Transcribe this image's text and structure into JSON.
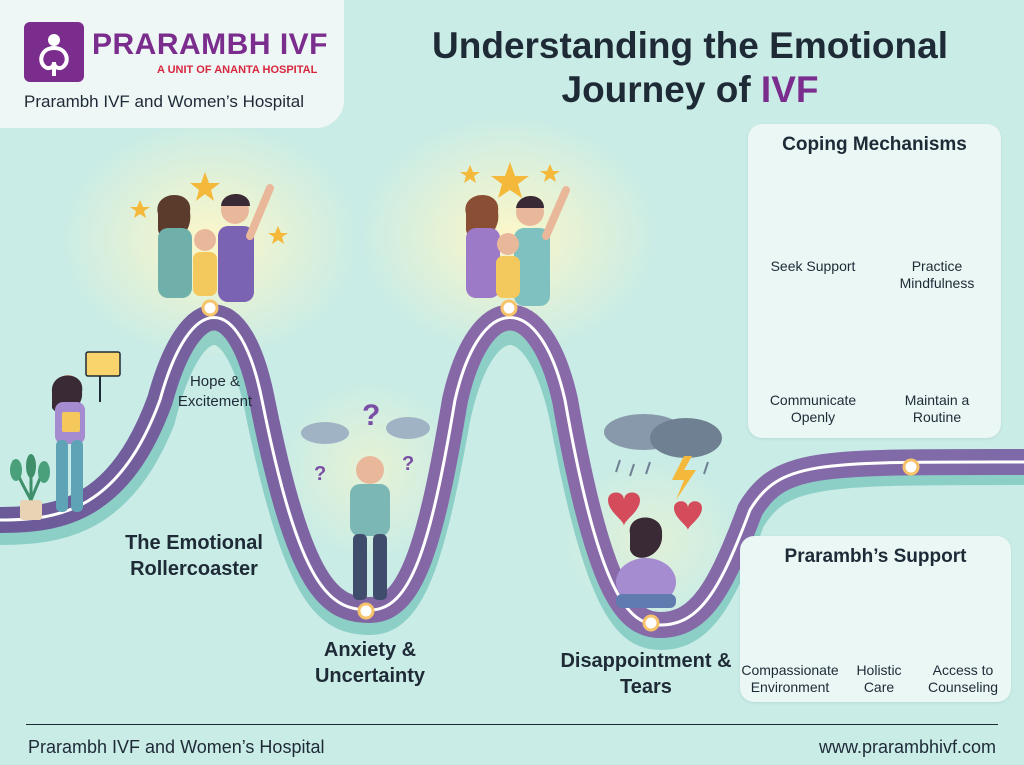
{
  "brand": {
    "name": "PRARAMBH IVF",
    "tagline": "A UNIT OF ANANTA HOSPITAL",
    "hospital": "Prarambh IVF and Women’s Hospital"
  },
  "title": {
    "line1": "Understanding the Emotional",
    "line2_prefix": "Journey of ",
    "line2_highlight": "IVF"
  },
  "stages": {
    "hope": "Hope & Excitement",
    "rollercoaster": "The Emotional Rollercoaster",
    "anxiety": "Anxiety & Uncertainty",
    "disappointment": "Disappointment & Tears"
  },
  "coping": {
    "title": "Coping Mechanisms",
    "items": [
      {
        "label": "Seek Support",
        "icon": "support-group-icon"
      },
      {
        "label": "Practice Mindfulness",
        "icon": "meditation-icon"
      },
      {
        "label": "Communicate Openly",
        "icon": "conversation-icon"
      },
      {
        "label": "Maintain a Routine",
        "icon": "routine-icon"
      }
    ]
  },
  "support": {
    "title": "Prarambh’s Support",
    "items": [
      {
        "label": "Compassionate Environment",
        "icon": "caring-hands-icon"
      },
      {
        "label": "Holistic Care",
        "icon": "heart-hands-icon"
      },
      {
        "label": "Access to Counseling",
        "icon": "chat-hands-icon"
      }
    ]
  },
  "footer": {
    "left": "Prarambh IVF and Women’s Hospital",
    "right": "www.prarambhivf.com"
  },
  "colors": {
    "background": "#c9ece6",
    "brand": "#7b2d8e",
    "accent_red": "#d7263d",
    "track": "#7d6aa3",
    "text": "#1f2a37"
  }
}
